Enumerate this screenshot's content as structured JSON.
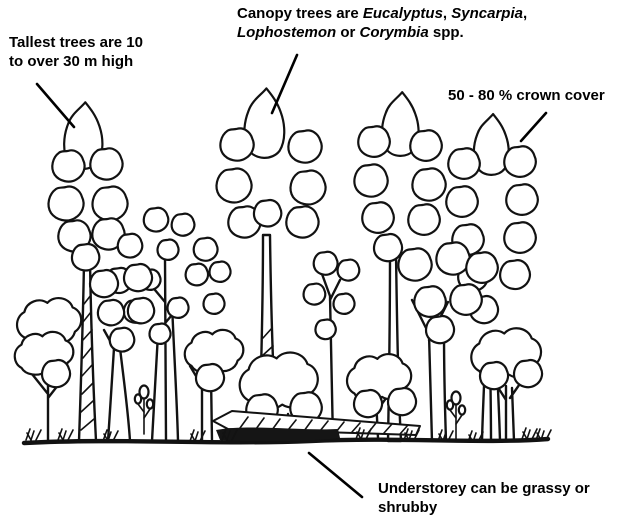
{
  "colors": {
    "ink": "#121212",
    "paper": "#ffffff"
  },
  "labels": {
    "tallest_trees": {
      "line1": "Tallest trees are 10",
      "line2": "to over 30 m high"
    },
    "canopy": {
      "seg1": "Canopy trees are ",
      "seg2": "Eucalyptus",
      "seg3": ", ",
      "seg4": "Syncarpia",
      "seg5": ",",
      "seg6": "Lophostemon",
      "seg7": " or ",
      "seg8": "Corymbia",
      "seg9": " spp."
    },
    "crown_cover": "50 - 80 % crown cover",
    "understorey": {
      "line1": "Understorey can be grassy or",
      "line2": "shrubby"
    }
  },
  "scene": {
    "canopy_tree_count": 4,
    "layers": [
      "canopy trees",
      "midstorey trees",
      "understorey shrubs",
      "ground with grass tufts and fallen log"
    ]
  }
}
